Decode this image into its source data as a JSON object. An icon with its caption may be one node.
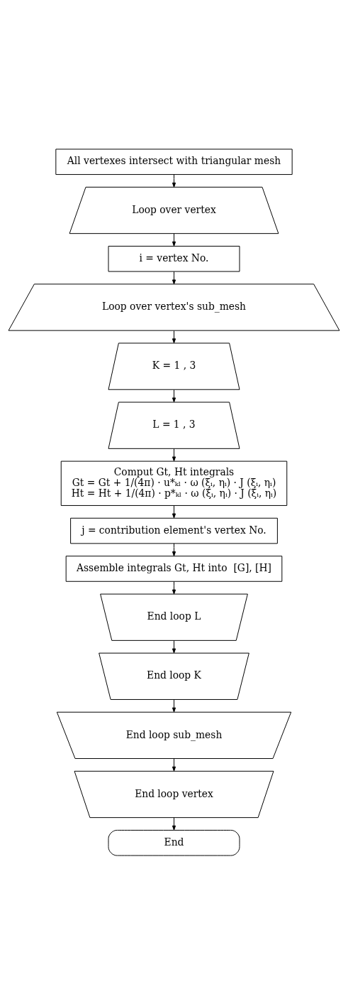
{
  "diagram": {
    "nodes": [
      {
        "text": [
          "All vertexes intersect with triangular mesh"
        ]
      },
      {
        "text": [
          "Loop over vertex"
        ]
      },
      {
        "text": [
          "i = vertex No."
        ]
      },
      {
        "text": [
          "Loop over vertex's sub_mesh"
        ]
      },
      {
        "text": [
          "K = 1 , 3"
        ]
      },
      {
        "text": [
          "L = 1 , 3"
        ]
      },
      {
        "text": [
          "Comput Gt, Ht integrals",
          "Gt = Gt + 1/(4π) · u*ₖₗ · ω (ξᵢ, ηᵢ) · J (ξᵢ, ηᵢ)",
          "Ht = Ht + 1/(4π) · p*ₖₗ · ω (ξᵢ, ηᵢ) · J (ξᵢ, ηᵢ)"
        ]
      },
      {
        "text": [
          "j = contribution element's vertex No."
        ]
      },
      {
        "text": [
          "Assemble integrals Gt, Ht into  [G], [H]"
        ]
      },
      {
        "text": [
          "End loop L"
        ]
      },
      {
        "text": [
          "End loop K"
        ]
      },
      {
        "text": [
          "End loop sub_mesh"
        ]
      },
      {
        "text": [
          "End loop vertex"
        ]
      },
      {
        "text": [
          "End"
        ]
      }
    ],
    "edges": [
      {
        "from": 0,
        "to": 1,
        "arrow": "to"
      },
      {
        "from": 1,
        "to": 2,
        "arrow": "to"
      },
      {
        "from": 2,
        "to": 3,
        "arrow": "to"
      },
      {
        "from": 3,
        "to": 4,
        "arrow": "to"
      },
      {
        "from": 4,
        "to": 5,
        "arrow": "to"
      },
      {
        "from": 5,
        "to": 6,
        "arrow": "to"
      },
      {
        "from": 6,
        "to": 7,
        "arrow": "to"
      },
      {
        "from": 7,
        "to": 8,
        "arrow": "to"
      },
      {
        "from": 8,
        "to": 9,
        "arrow": "to"
      },
      {
        "from": 9,
        "to": 10,
        "arrow": "to"
      },
      {
        "from": 10,
        "to": 11,
        "arrow": "to"
      },
      {
        "from": 11,
        "to": 12,
        "arrow": "to"
      },
      {
        "from": 12,
        "to": 13,
        "arrow": "to"
      }
    ]
  }
}
